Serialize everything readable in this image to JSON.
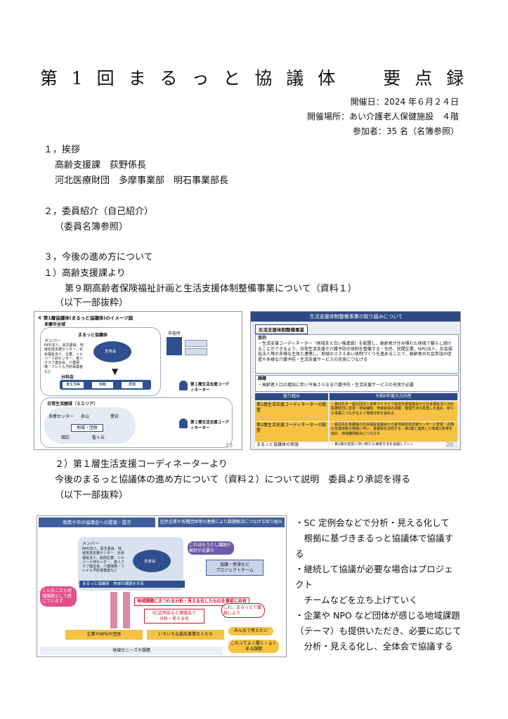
{
  "doc": {
    "title": "第 1 回 ま る っ と 協 議 体　　要 点 録",
    "meta": {
      "date": "開催日：2024 年６月２４日",
      "venue": "開催場所：あい介護老人保健施設　４階",
      "attendees": "参加者：35 名（名簿参照）"
    },
    "section1": {
      "heading": "１，挨拶",
      "line1": "高齢支援課　荻野係長",
      "line2": "河北医療財団　多摩事業部　明石事業部長"
    },
    "section2": {
      "heading": "２，委員紹介（自己紹介）",
      "line1": "（委員名簿参照）"
    },
    "section3": {
      "heading": "３，今後の進め方について",
      "sub1": "１）高齢支援課より",
      "sub1_desc": "第９期高齢者保険福祉計画と生活支援体制整備事業について（資料１）",
      "sub1_note": "（以下一部抜粋）",
      "sub2": "２）第１層生活支援コーディネーターより",
      "sub2_desc": "今後のまるっと協議体の進め方について（資料２）について説明　委員より承認を得る",
      "sub2_note": "（以下一部抜粋）"
    }
  },
  "slide1": {
    "heading": "４ 第1層協議体(まるっと協議体)のイメージ図",
    "area": "多摩市全域",
    "council": "まるっと協議体",
    "members_label": "メンバー",
    "members": "NPO法人、民生委員、地域包括支援センター、社会福祉法人、企業、シルバー人材センター、老人クラブ連合会、介護保険・フレイル予防事業者など",
    "chair": "全体会",
    "subgroup": "分科会",
    "sub_boxes": [
      "食生活等",
      "移動",
      "居場"
    ],
    "sc1": "第１層生活支援コーディネーター",
    "sc2": "第２層生活支援コーディネーター",
    "city": "市役所",
    "layer2": "日常生活圏域（５エリア）",
    "areas": [
      "多摩センター",
      "永山",
      "愛宕",
      "地域・団体",
      "諏訪",
      "聖ヶ丘"
    ],
    "page": "13"
  },
  "slide2": {
    "banner": "生活支援体制整備事業の取り組みについて",
    "box_title": "生活支援体制整備事業",
    "purpose_label": "目的",
    "purpose": "・生活支援コーディネーター（地域支え合い推進員）を配置し、高齢者が住み慣れた地域で暮らし続けることができるよう、日常生活支援や介護予防の体制を整備する・住民、民間企業、NPO法人、社会福祉法人等の多様な主体と連携し、地域のささえあい体制づくりを進めることで、高齢者の社会参加の促進や多様な介護予防・生活支援サービスの充実につなげる",
    "issue_label": "課題",
    "issue": "・高齢者人口の増加に伴い今後さらなる介護予防・生活支援サービスの充実が必要",
    "col1": "取り組み",
    "col2": "令和6年度の方向性",
    "rows": [
      {
        "k": "第1層生活支援コーディネーターの配置",
        "v": "・委託先を一般社団法人多摩マイライフ包括支援協議会から社会福祉法人河北医療財団に変更・地域課題、地域資源の把握・整理方法の見直しを進め、新たな事業につながるよう地域分析を進める"
      },
      {
        "k": "第2層生活支援コーディネーターの配置",
        "v": "・委託先を各圏域の社会福祉協議会から各地域包括支援センターに変更・近隣の支援体制の発展に伴い、各圏域を訪問する・第1層と連携した地域分析等を進め、地域課題解決につなげる"
      },
      {
        "k": "まるっと協議体の実施",
        "v": "・第1層の変更に伴い新たな実施方法を協議していく"
      }
    ],
    "page": "20"
  },
  "slide3": {
    "top_left": "政策や市の協議会への提案・提言",
    "top_right": "区民企業や各種団体等の連携により課題解決につなげる取り組み",
    "members_label": "メンバー",
    "members": "NPO法人、民生委員、地域包括支援センター、社会福祉法人、民間企業、シルバー人材センター、老人クラブ連合会、介護保険・フレイル予防事業者など",
    "chair": "全体会",
    "council_note": "まるっと協議体　地域の課題を共有",
    "bubble1": "これはもう少し議論や検討が必要だ",
    "project": "協議・停滞など\nプロジェクトチーム",
    "bubble2": "こんなことも地域課題として感じています",
    "analysis_bar": "地域課題にまつわる分析・見える化したものを事前に共有",
    "sc_box": "SC定例会など連絡会で\n分析・見える化",
    "bubble3": "これ、まるっとで議論しよう",
    "company": "企業やNPOや団体",
    "people": "いろいろな委託事業の人たち",
    "bubble4": "みんなで考えたい",
    "bubble5": "これってよく聞く・よくある課題",
    "bottom": "地域のニーズや課題"
  },
  "bullets": [
    "・SC 定例会などで分析・見える化して",
    "　根拠に基づきまるっと協議体で協議す",
    "る",
    "・継続して協議が必要な場合はプロジェ",
    "クト",
    "　チームなどを立ち上げていく",
    "・企業や NPO など団体が感じる地域課題",
    "（テーマ）も提供いただき、必要に応じて",
    "　分析・見える化し、全体会で協議する"
  ]
}
